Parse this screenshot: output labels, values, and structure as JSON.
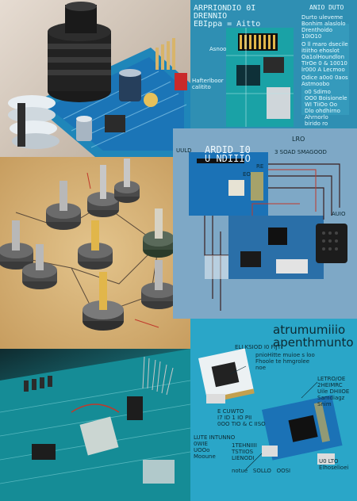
{
  "colors": {
    "tile1_bg": "#d6ccc2",
    "tile2_bg": "#2f8fb3",
    "tile3_bg": "#d4b07a",
    "tile4_bg": "#7ea8c6",
    "tile5_bg": "#0f2b2f",
    "tile6_bg": "#2aa6c8",
    "pcb_blue": "#1b72b6",
    "pcb_teal": "#1aa2a6",
    "header_black": "#111111",
    "gold": "#e1b64a"
  },
  "tiles": {
    "tile_top_left": {
      "icon_name": "rotary-knob-component"
    },
    "tile_top_right": {
      "icon_name": "arduino-board-diagram",
      "title": "ARPRIONDIO 0I\nDRENNIO\nEBIppa = Aitto",
      "subtitle_left": "Asnoo",
      "left_small_1": "Hafterlboor\ncalitito",
      "right_heading": "ANIO DUTO",
      "right_block": "Durto uleveme\nBonhim alaslolo\nDrenthoido\n10IO10",
      "right_block_2": "O ll maro dsecile\nitiitho ehoslot\nOa1olHoundlon\nTIrOe 0 & 10010\nlr000 A Lecmoo",
      "right_block_3": "Odice a0o0 0aos\nAstmoobo",
      "right_block_4": "o0 Sdimo\nOO0 Boisionele\nWI TiiOo Oo\nDlo ohdhirno\nAhrnorlo",
      "bottom_note": "birido ro"
    },
    "tile_mid_left": {
      "icon_name": "potentiometers-array"
    },
    "tile_mid_right": {
      "icon_name": "arduino-wiring-diagram",
      "top_left": "UULD",
      "title": "ARDID I0\nU NDIIIO",
      "label_lrd": "LRO",
      "label_ff": "3 SOAD SMAGOOD",
      "label_eo": "EO",
      "label_right": "AUIO",
      "label_tiny": "RE"
    },
    "tile_bottom_left": {
      "icon_name": "circuit-board-photo"
    },
    "tile_bottom_right": {
      "icon_name": "module-components-diagram",
      "title": "atrumumiiio\napenthmunto",
      "label_top": "ELI KSIOD I0 FIJT",
      "para": "pnioHitte muioe s loo\nFhoole te hmgrolee\nnoe",
      "label_right": "LETRO/OE\n2HEIMRC\nUile DHIIOE\nSamdiagz\nSnim",
      "label_mid": "E CUWTO\nI7 ID 1 IO PII\n0OO TIO & C IISO",
      "label_left_bot": "LUTE INTUNNO\n0WIE\nUOOo\nMooune",
      "label_mid_bot": "1TEHNIIII\nTSTIIOS\nLIENODI",
      "label_bottom": "notue   SOLLO   OOSI",
      "label_br": "U0 LTO\nElhoselioei"
    }
  }
}
